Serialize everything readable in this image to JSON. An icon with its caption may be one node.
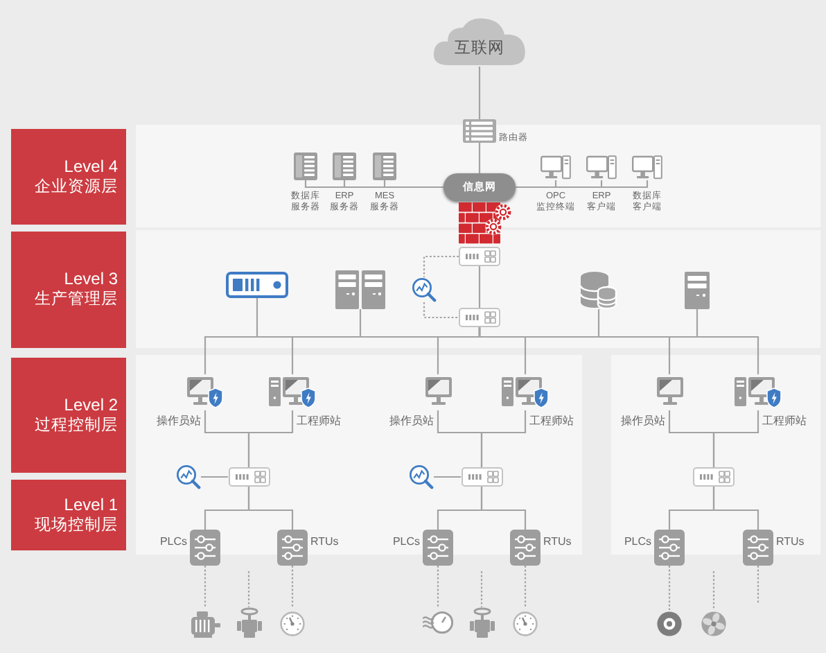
{
  "diagram": {
    "nodes": [
      {
        "text": [
          "Level 4",
          "企业资源层"
        ]
      },
      {
        "text": [
          "Level 3",
          "生产管理层"
        ]
      },
      {
        "text": [
          "Level 2",
          "过程控制层"
        ]
      },
      {
        "text": [
          "Level 1",
          "现场控制层"
        ]
      },
      {
        "text": [
          "互联网"
        ]
      },
      {
        "text": [],
        "shape": "picture",
        "beside": [
          "路由器"
        ]
      },
      {
        "text": [],
        "shape": "picture",
        "beside": [
          "数据库服务器"
        ]
      },
      {
        "text": [],
        "shape": "picture",
        "beside": [
          "ERP 服务器"
        ]
      },
      {
        "text": [],
        "shape": "picture",
        "beside": [
          "MES 服务器"
        ]
      },
      {
        "text": [
          "信息网"
        ]
      },
      {
        "text": [],
        "shape": "picture",
        "beside": [
          "OPC 监控终端"
        ]
      },
      {
        "text": [],
        "shape": "picture",
        "beside": [
          "ERP 客户端"
        ]
      },
      {
        "text": [],
        "shape": "picture",
        "beside": [
          "数据库客户端"
        ]
      },
      {
        "text": [],
        "shape": "picture"
      },
      {
        "text": [],
        "shape": "picture"
      },
      {
        "text": [],
        "shape": "picture"
      },
      {
        "text": [],
        "shape": "picture"
      },
      {
        "text": [],
        "shape": "picture"
      },
      {
        "text": [],
        "shape": "picture"
      },
      {
        "text": [],
        "shape": "picture"
      },
      {
        "text": [],
        "shape": "picture"
      },
      {
        "text": [],
        "shape": "picture",
        "beside": [
          "操作员站"
        ]
      },
      {
        "text": [],
        "shape": "picture",
        "beside": [
          "工程师站"
        ]
      },
      {
        "text": [],
        "shape": "picture"
      },
      {
        "text": [],
        "shape": "picture"
      },
      {
        "text": [],
        "shape": "picture",
        "beside": [
          "PLCs"
        ]
      },
      {
        "text": [],
        "shape": "picture",
        "beside": [
          "RTUs"
        ]
      },
      {
        "text": [],
        "shape": "picture"
      },
      {
        "text": [],
        "shape": "picture"
      },
      {
        "text": [],
        "shape": "picture"
      },
      {
        "text": [],
        "shape": "picture",
        "beside": [
          "操作员站"
        ]
      },
      {
        "text": [],
        "shape": "picture",
        "beside": [
          "工程师站"
        ]
      },
      {
        "text": [],
        "shape": "picture"
      },
      {
        "text": [],
        "shape": "picture"
      },
      {
        "text": [],
        "shape": "picture",
        "beside": [
          "PLCs"
        ]
      },
      {
        "text": [],
        "shape": "picture",
        "beside": [
          "RTUs"
        ]
      },
      {
        "text": [],
        "shape": "picture"
      },
      {
        "text": [],
        "shape": "picture"
      },
      {
        "text": [],
        "shape": "picture"
      },
      {
        "text": [],
        "shape": "picture",
        "beside": [
          "操作员站"
        ]
      },
      {
        "text": [],
        "shape": "picture",
        "beside": [
          "工程师站"
        ]
      },
      {
        "text": [],
        "shape": "picture"
      },
      {
        "text": [],
        "shape": "picture",
        "beside": [
          "PLCs"
        ]
      },
      {
        "text": [],
        "shape": "picture",
        "beside": [
          "RTUs"
        ]
      },
      {
        "text": [],
        "shape": "picture"
      },
      {
        "text": [],
        "shape": "picture"
      }
    ],
    "edges": [
      {
        "from": 4,
        "to": 5,
        "arrow": "none"
      },
      {
        "from": 5,
        "to": 9,
        "arrow": "none"
      },
      {
        "from": 6,
        "to": 9,
        "arrow": "none"
      },
      {
        "from": 7,
        "to": 9,
        "arrow": "none"
      },
      {
        "from": 8,
        "to": 9,
        "arrow": "none"
      },
      {
        "from": 9,
        "to": 10,
        "arrow": "none"
      },
      {
        "from": 9,
        "to": 11,
        "arrow": "none"
      },
      {
        "from": 9,
        "to": 12,
        "arrow": "none"
      },
      {
        "from": 14,
        "to": 16,
        "arrow": "none"
      },
      {
        "from": 14,
        "to": 15,
        "arrow": "none",
        "style": "dashed"
      },
      {
        "from": 15,
        "to": 16,
        "arrow": "none",
        "style": "dashed"
      },
      {
        "from": 16,
        "to": 17,
        "arrow": "none"
      },
      {
        "from": 16,
        "to": 18,
        "arrow": "none"
      },
      {
        "from": 16,
        "to": 19,
        "arrow": "none"
      },
      {
        "from": 16,
        "to": 20,
        "arrow": "none"
      },
      {
        "from": 16,
        "to": 21,
        "arrow": "none"
      },
      {
        "from": 16,
        "to": 22,
        "arrow": "none"
      },
      {
        "from": 16,
        "to": 30,
        "arrow": "none"
      },
      {
        "from": 16,
        "to": 31,
        "arrow": "none"
      },
      {
        "from": 16,
        "to": 39,
        "arrow": "none"
      },
      {
        "from": 16,
        "to": 40,
        "arrow": "none"
      },
      {
        "from": 21,
        "to": 24,
        "arrow": "none"
      },
      {
        "from": 22,
        "to": 24,
        "arrow": "none"
      },
      {
        "from": 23,
        "to": 24,
        "arrow": "none"
      },
      {
        "from": 24,
        "to": 25,
        "arrow": "none"
      },
      {
        "from": 24,
        "to": 26,
        "arrow": "none"
      },
      {
        "from": 25,
        "to": 27,
        "arrow": "none",
        "style": "dashed"
      },
      {
        "from": null,
        "to": 28,
        "arrow": "none",
        "style": "dashed"
      },
      {
        "from": 26,
        "to": 29,
        "arrow": "none",
        "style": "dashed"
      },
      {
        "from": 30,
        "to": 33,
        "arrow": "none"
      },
      {
        "from": 31,
        "to": 33,
        "arrow": "none"
      },
      {
        "from": 32,
        "to": 33,
        "arrow": "none"
      },
      {
        "from": 33,
        "to": 34,
        "arrow": "none"
      },
      {
        "from": 33,
        "to": 35,
        "arrow": "none"
      },
      {
        "from": 34,
        "to": 36,
        "arrow": "none",
        "style": "dashed"
      },
      {
        "from": null,
        "to": 37,
        "arrow": "none",
        "style": "dashed"
      },
      {
        "from": 35,
        "to": 38,
        "arrow": "none",
        "style": "dashed"
      },
      {
        "from": 39,
        "to": 41,
        "arrow": "none"
      },
      {
        "from": 40,
        "to": 41,
        "arrow": "none"
      },
      {
        "from": 41,
        "to": 42,
        "arrow": "none"
      },
      {
        "from": 41,
        "to": 43,
        "arrow": "none"
      },
      {
        "from": 42,
        "to": 44,
        "arrow": "none",
        "style": "dashed"
      },
      {
        "from": null,
        "to": 45,
        "arrow": "none",
        "style": "dashed"
      },
      {
        "from": 43,
        "to": null,
        "arrow": "none",
        "style": "dashed"
      }
    ]
  }
}
